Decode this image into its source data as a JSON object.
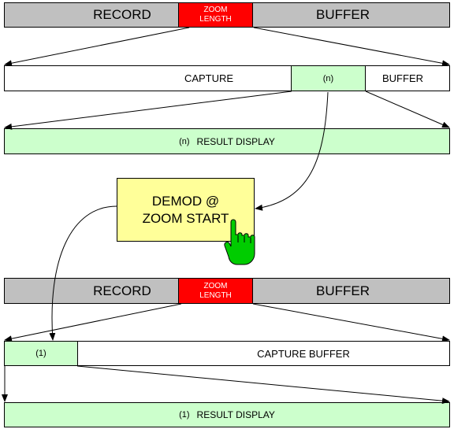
{
  "top": {
    "record_label": "RECORD",
    "zoom_label_line1": "ZOOM",
    "zoom_label_line2": "LENGTH",
    "buffer_label": "BUFFER",
    "capture_label": "CAPTURE",
    "capture_index": "(n)",
    "capture_buffer_label": "BUFFER",
    "result_index": "(n)",
    "result_label": "RESULT DISPLAY"
  },
  "demod": {
    "line1": "DEMOD @",
    "line2": "ZOOM START"
  },
  "bottom": {
    "record_label": "RECORD",
    "zoom_label_line1": "ZOOM",
    "zoom_label_line2": "LENGTH",
    "buffer_label": "BUFFER",
    "capture_index": "(1)",
    "capture_buffer_label": "CAPTURE BUFFER",
    "result_index": "(1)",
    "result_label": "RESULT DISPLAY"
  },
  "colors": {
    "record_bar": "#c0c0c0",
    "zoom_segment": "#ff0000",
    "highlight": "#ccffcc",
    "demod_box": "#ffff99",
    "hand_icon": "#00cc00"
  }
}
